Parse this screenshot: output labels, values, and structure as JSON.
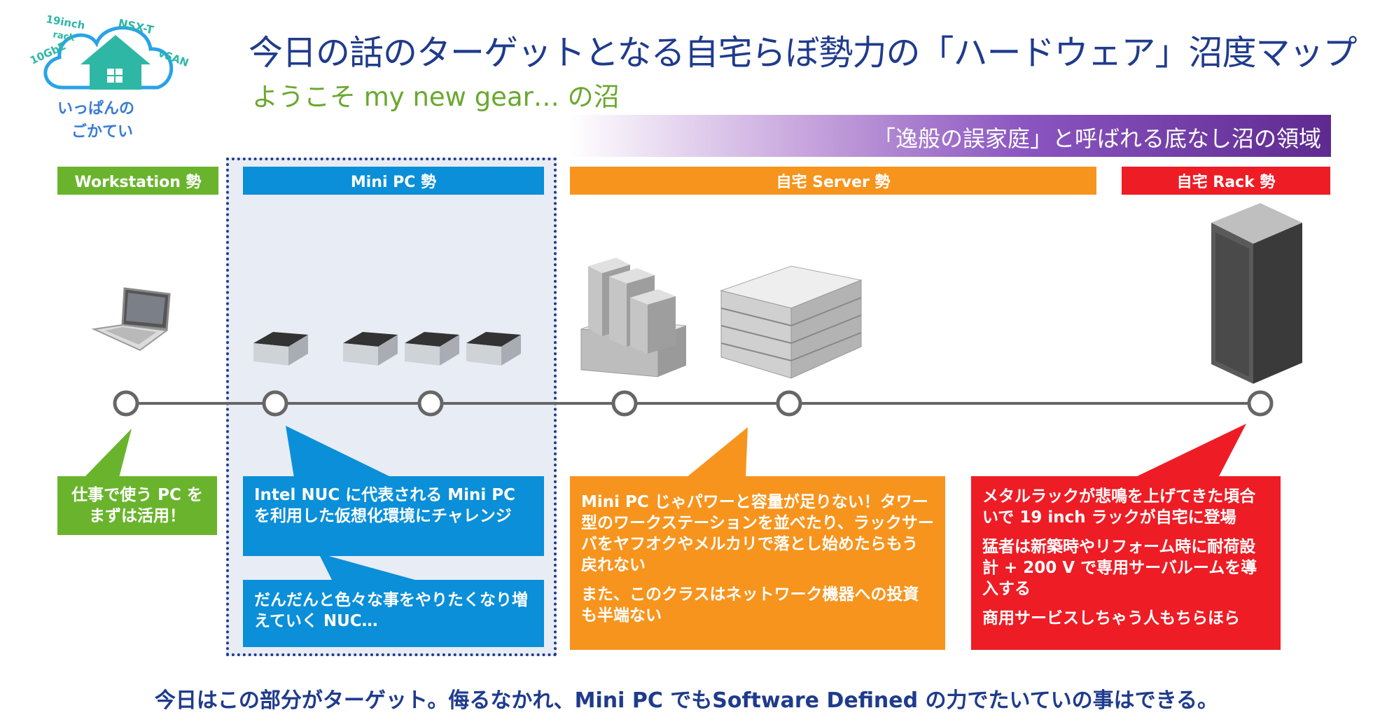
{
  "logo": {
    "top_left": "19inch",
    "top_left_2": "rack",
    "top_right": "NSX-T",
    "left": "10GbE",
    "right": "vSAN",
    "line1": "いっぱんの",
    "line2": "ごかてい"
  },
  "title": "今日の話のターゲットとなる自宅らぼ勢力の「ハードウェア」沼度マップ",
  "subtitle": "ようこそ my new gear… の沼",
  "banner": "「逸般の誤家庭」と呼ばれる底なし沼の領域",
  "categories": [
    {
      "label": "Workstation 勢",
      "color": "#6ab42d"
    },
    {
      "label": "Mini PC 勢",
      "color": "#0a8fd8"
    },
    {
      "label": "自宅 Server 勢",
      "color": "#f7941d"
    },
    {
      "label": "自宅 Rack 勢",
      "color": "#ee1c25"
    }
  ],
  "boxes": {
    "workstation": "仕事で使う PC をまずは活用！",
    "minipc_1": "Intel NUC に代表される Mini PC を利用した仮想化環境にチャレンジ",
    "minipc_2": "だんだんと色々な事をやりたくなり増えていく NUC…",
    "server_1": "Mini PC じゃパワーと容量が足りない！タワー型のワークステーションを並べたり、ラックサーバをヤフオクやメルカリで落とし始めたらもう戻れない",
    "server_2": "また、このクラスはネットワーク機器への投資も半端ない",
    "rack_1": "メタルラックが悲鳴を上げてきた頃合いで 19 inch ラックが自宅に登場",
    "rack_2": "猛者は新築時やリフォーム時に耐荷設計 + 200 V で専用サーバルームを導入する",
    "rack_3": "商用サービスしちゃう人もちらほら"
  },
  "footer": "今日はこの部分がターゲット。侮るなかれ、Mini PC でもSoftware Defined の力でたいていの事はできる。",
  "colors": {
    "title": "#1f3b8c",
    "subtitle": "#6aa82e",
    "timeline": "#666666",
    "banner": "#5e2a90"
  },
  "icons": [
    "laptop-icon",
    "mini-pc-icon",
    "tower-server-icon",
    "rack-server-icon",
    "server-rack-icon"
  ]
}
